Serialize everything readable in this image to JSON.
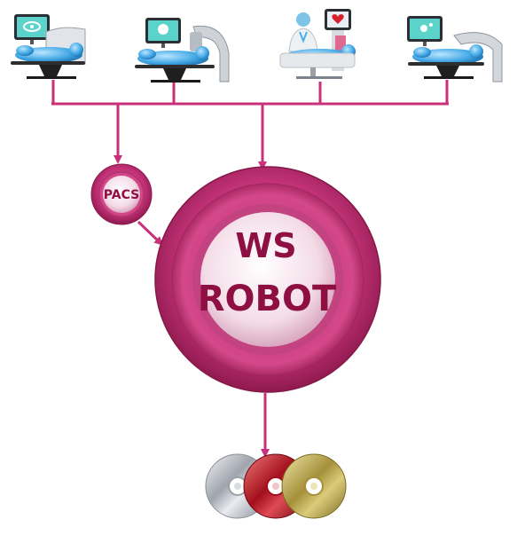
{
  "diagram": {
    "pacs_label": "PACS",
    "robot_line1": "WS",
    "robot_line2": "ROBOT",
    "modalities": [
      {
        "name": "ct-scanner"
      },
      {
        "name": "x-ray-c-arm"
      },
      {
        "name": "ultrasound-station"
      },
      {
        "name": "mri-scanner"
      }
    ],
    "discs": [
      {
        "name": "silver-cd"
      },
      {
        "name": "red-cd"
      },
      {
        "name": "gold-cd"
      }
    ]
  },
  "colors": {
    "accent": "#c8317a",
    "ring_dark": "#a61e5e",
    "ring_mid": "#c73a7c",
    "center_light": "#f6e4ec",
    "text": "#8e1042",
    "patient": "#4aaee8"
  },
  "icons": [
    "monitor-icon",
    "patient-icon",
    "table-icon",
    "c-arm-icon",
    "doctor-icon",
    "heart-monitor-icon",
    "disc-icon"
  ]
}
